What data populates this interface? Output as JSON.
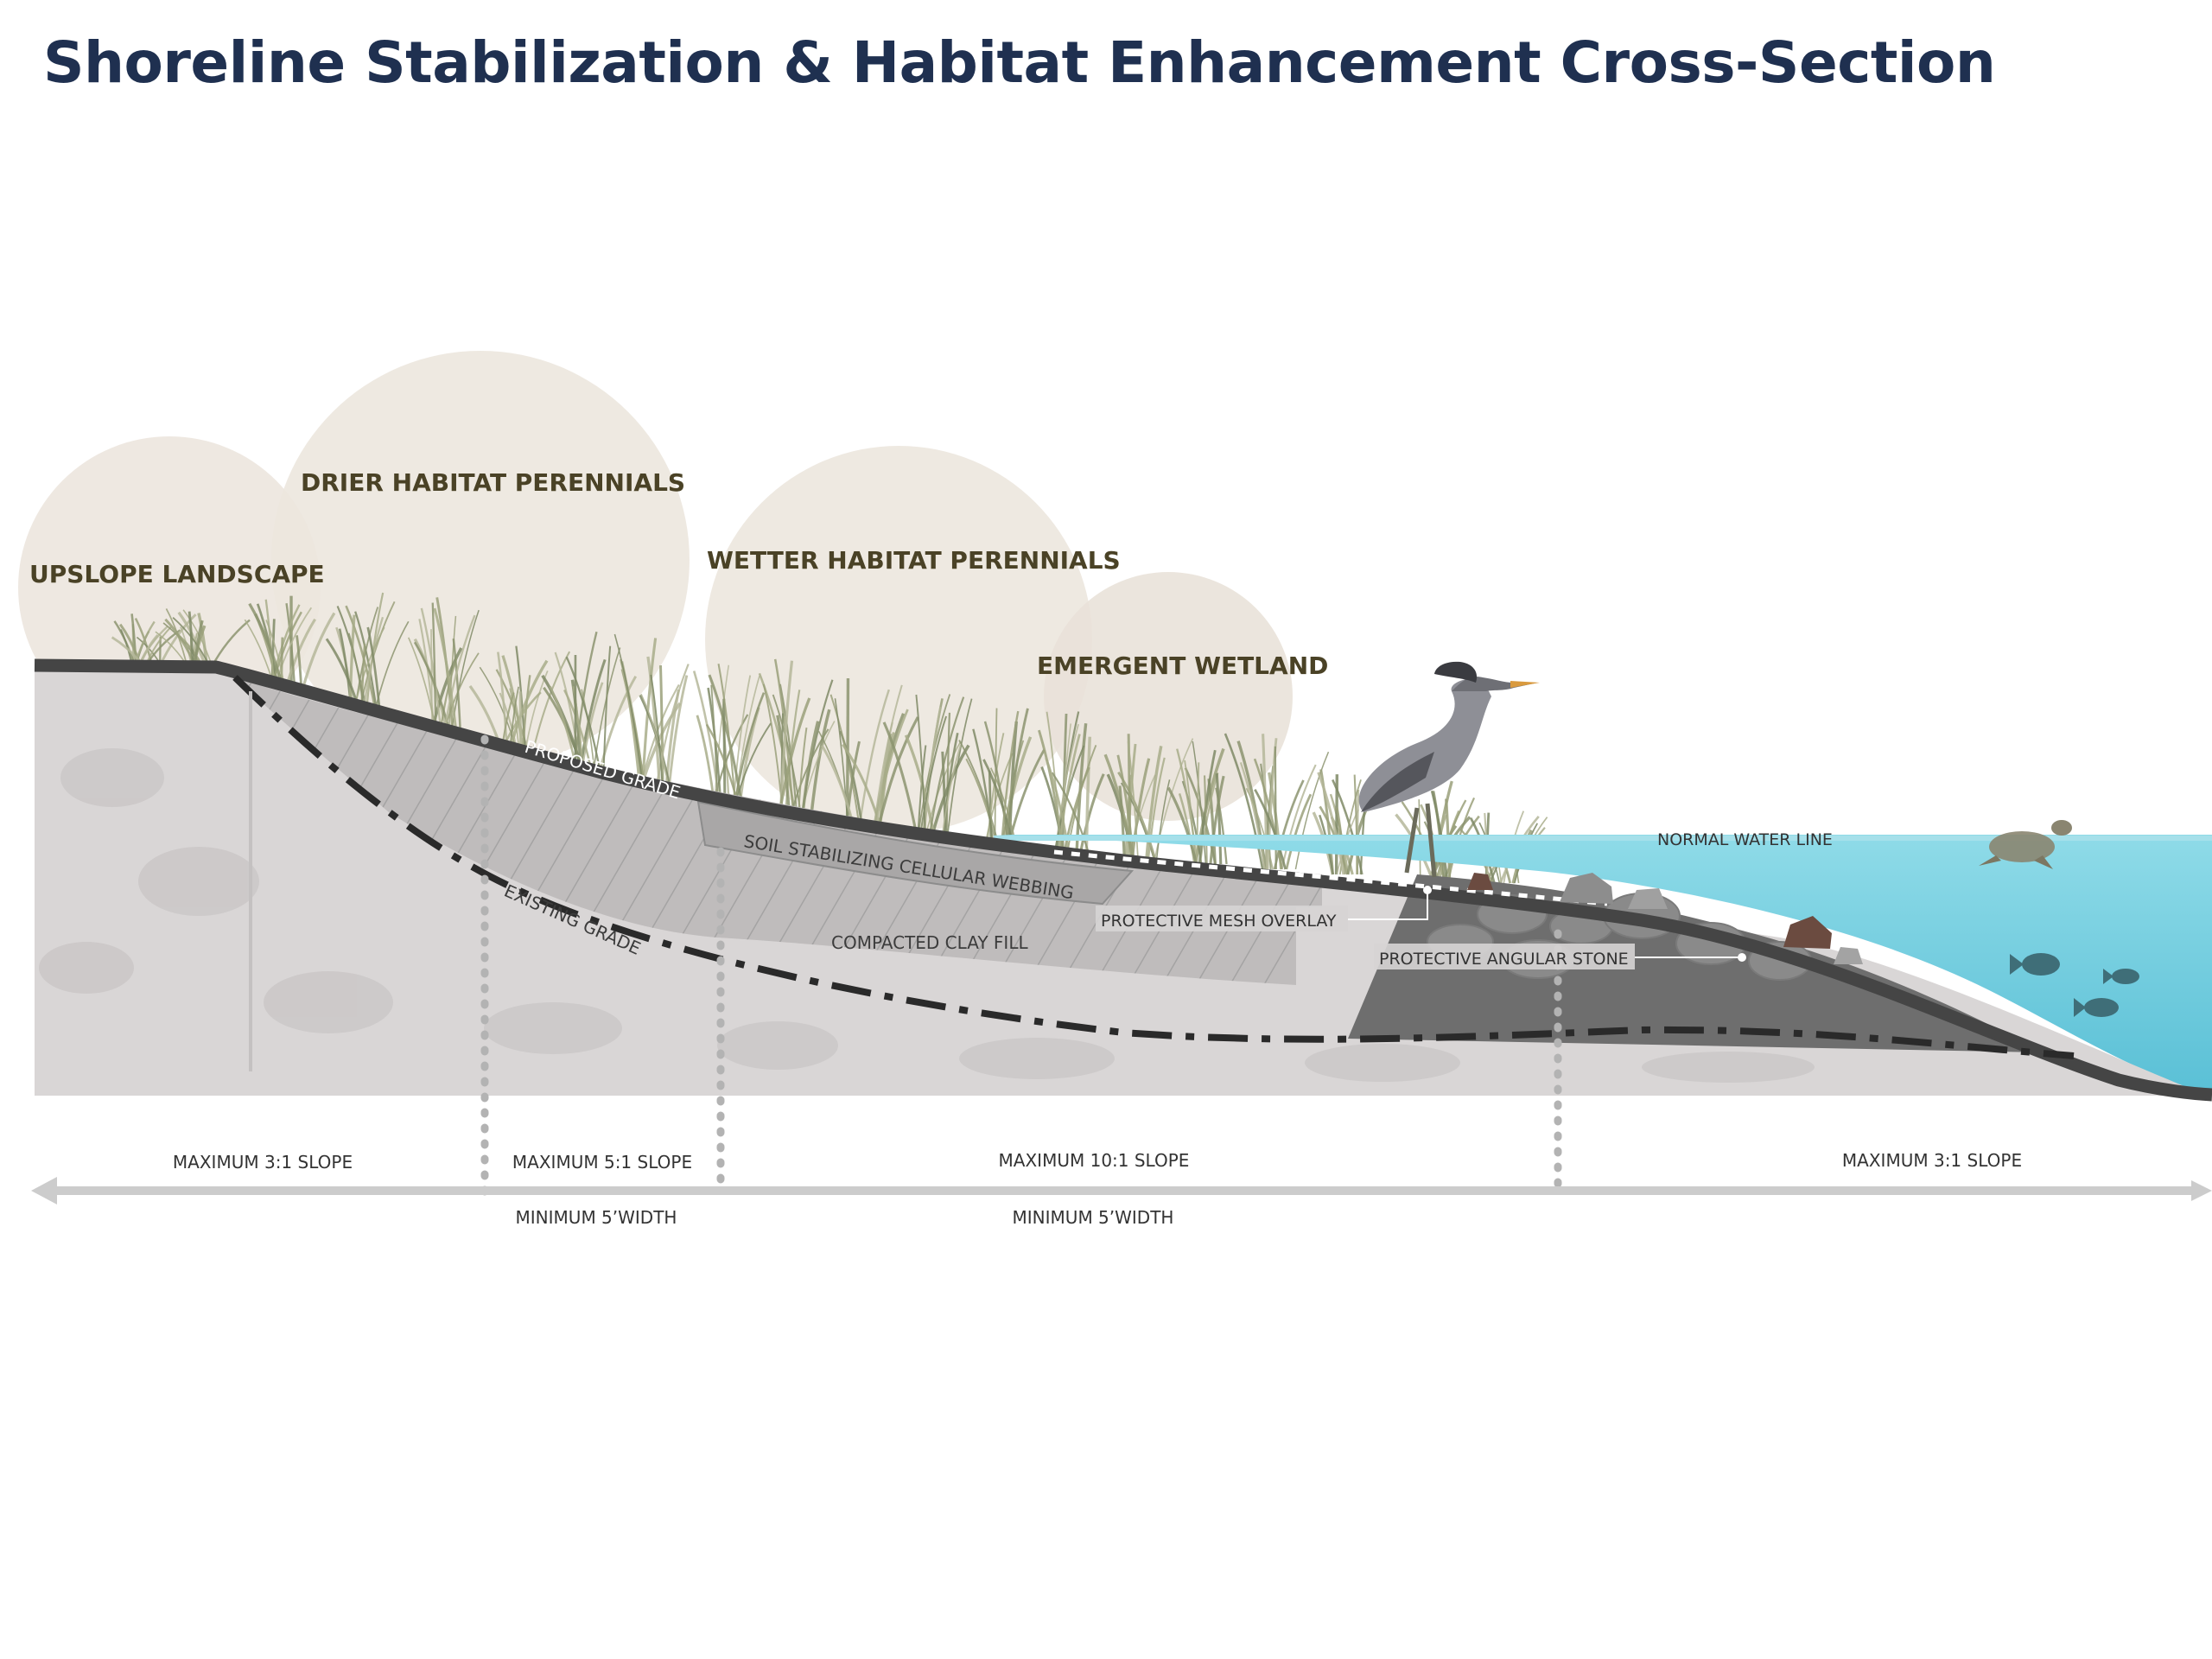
{
  "title": "Shoreline Stabilization & Habitat Enhancement Cross-Section",
  "zones": {
    "upslope": "UPSLOPE LANDSCAPE",
    "drier": "DRIER HABITAT PERENNIALS",
    "wetter": "WETTER HABITAT PERENNIALS",
    "emergent": "EMERGENT WETLAND"
  },
  "layers": {
    "proposed_grade": "PROPOSED GRADE",
    "existing_grade": "EXISTING GRADE",
    "webbing": "SOIL STABILIZING CELLULAR WEBBING",
    "clay_fill": "COMPACTED CLAY FILL",
    "mesh": "PROTECTIVE MESH OVERLAY",
    "stone": "PROTECTIVE ANGULAR STONE",
    "water_line": "NORMAL WATER LINE"
  },
  "slopes": {
    "s1": "MAXIMUM 3:1 SLOPE",
    "s2": "MAXIMUM 5:1 SLOPE",
    "s3": "MAXIMUM 10:1 SLOPE",
    "s4": "MAXIMUM 3:1 SLOPE"
  },
  "widths": {
    "w1": "MINIMUM 5’WIDTH",
    "w2": "MINIMUM 5’WIDTH"
  },
  "colors": {
    "title": "#1f3050",
    "zone_circle": "#ede6df",
    "zone_text": "#4a4226",
    "soil": "#d9d6d6",
    "grade_line": "#4a4a4a",
    "water": "#6ccbdc",
    "armor": "#6e6e6e"
  },
  "icons": [
    "grass-clump",
    "heron-icon",
    "turtle-icon",
    "fish-icon",
    "stone-icon"
  ]
}
